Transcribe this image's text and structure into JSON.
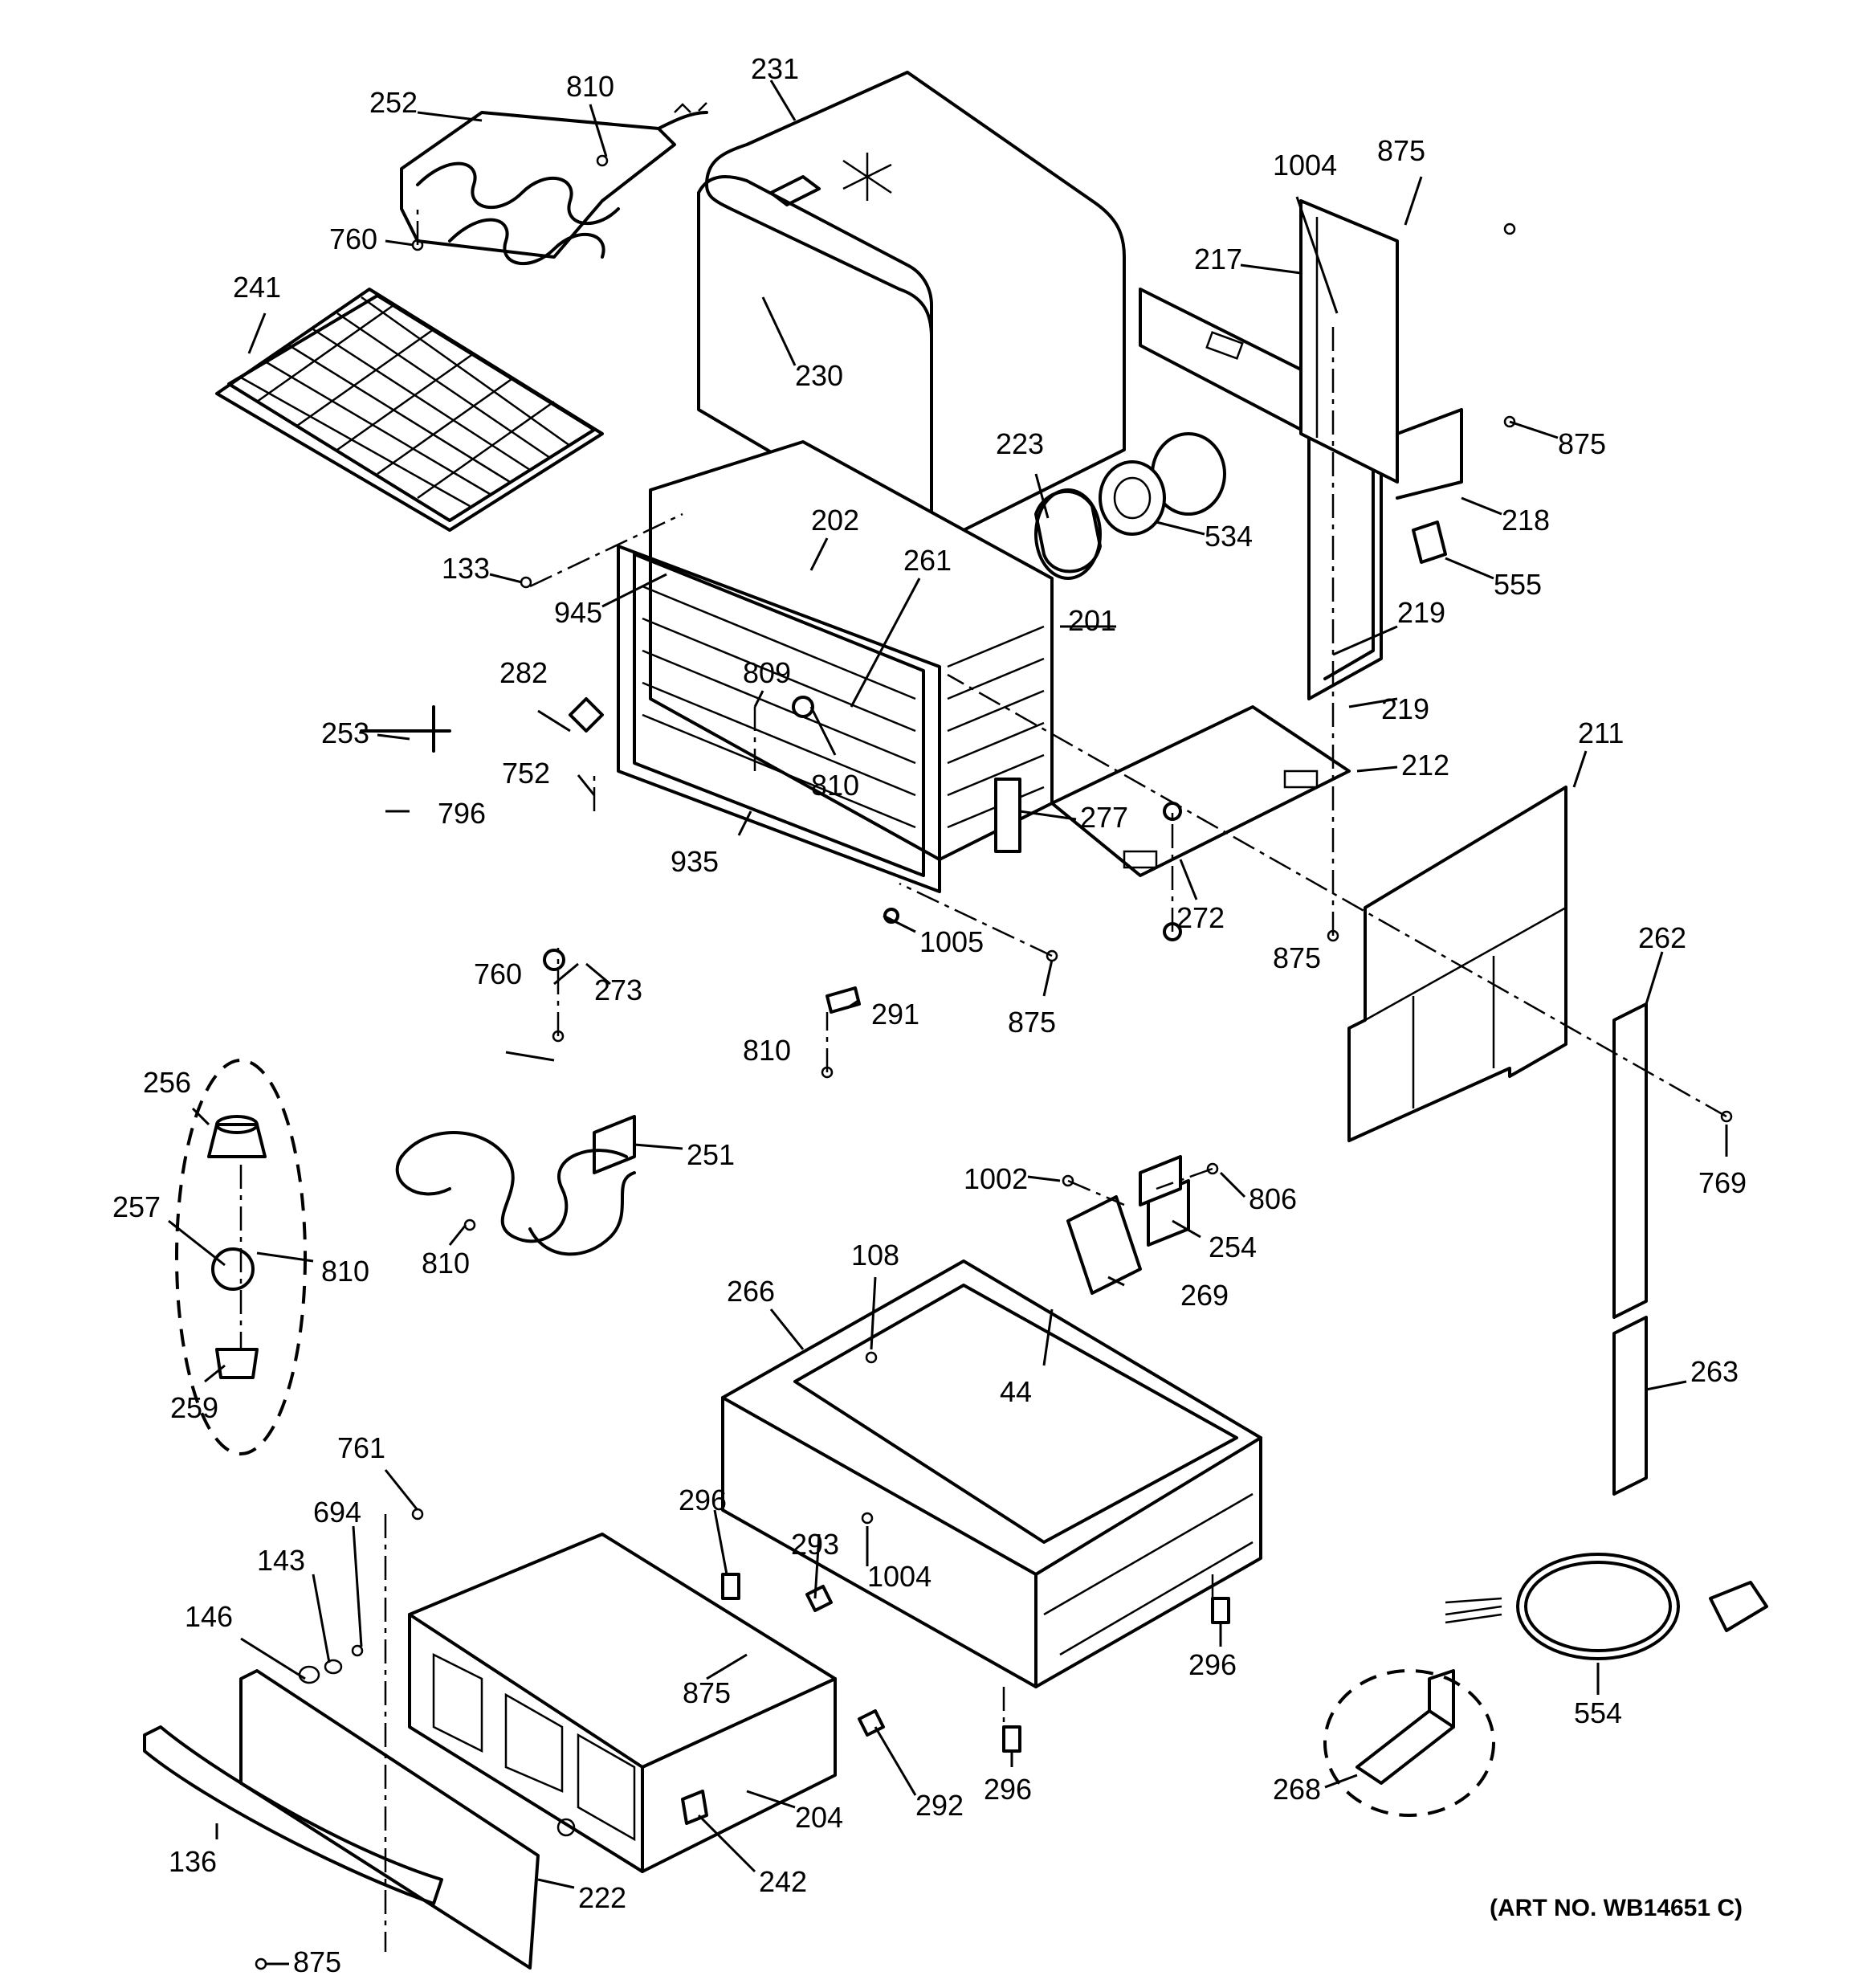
{
  "diagram": {
    "art_number": "(ART NO. WB14651 C)",
    "callouts": [
      {
        "id": "252",
        "label": "252"
      },
      {
        "id": "810a",
        "label": "810"
      },
      {
        "id": "231",
        "label": "231"
      },
      {
        "id": "760a",
        "label": "760"
      },
      {
        "id": "241",
        "label": "241"
      },
      {
        "id": "230",
        "label": "230"
      },
      {
        "id": "1004a",
        "label": "1004"
      },
      {
        "id": "875a",
        "label": "875"
      },
      {
        "id": "217",
        "label": "217"
      },
      {
        "id": "875b",
        "label": "875"
      },
      {
        "id": "223",
        "label": "223"
      },
      {
        "id": "534",
        "label": "534"
      },
      {
        "id": "218",
        "label": "218"
      },
      {
        "id": "555",
        "label": "555"
      },
      {
        "id": "202",
        "label": "202"
      },
      {
        "id": "133",
        "label": "133"
      },
      {
        "id": "261",
        "label": "261"
      },
      {
        "id": "945",
        "label": "945"
      },
      {
        "id": "201",
        "label": "201"
      },
      {
        "id": "219a",
        "label": "219"
      },
      {
        "id": "219b",
        "label": "219"
      },
      {
        "id": "282",
        "label": "282"
      },
      {
        "id": "809",
        "label": "809"
      },
      {
        "id": "253",
        "label": "253"
      },
      {
        "id": "752",
        "label": "752"
      },
      {
        "id": "810b",
        "label": "810"
      },
      {
        "id": "796",
        "label": "796"
      },
      {
        "id": "277",
        "label": "277"
      },
      {
        "id": "212",
        "label": "212"
      },
      {
        "id": "211",
        "label": "211"
      },
      {
        "id": "935",
        "label": "935"
      },
      {
        "id": "272",
        "label": "272"
      },
      {
        "id": "1005",
        "label": "1005"
      },
      {
        "id": "760b",
        "label": "760"
      },
      {
        "id": "273",
        "label": "273"
      },
      {
        "id": "875c",
        "label": "875"
      },
      {
        "id": "875d",
        "label": "875"
      },
      {
        "id": "262",
        "label": "262"
      },
      {
        "id": "291",
        "label": "291"
      },
      {
        "id": "810c",
        "label": "810"
      },
      {
        "id": "256",
        "label": "256"
      },
      {
        "id": "251",
        "label": "251"
      },
      {
        "id": "769",
        "label": "769"
      },
      {
        "id": "1002",
        "label": "1002"
      },
      {
        "id": "806",
        "label": "806"
      },
      {
        "id": "257",
        "label": "257"
      },
      {
        "id": "810d",
        "label": "810"
      },
      {
        "id": "810e",
        "label": "810"
      },
      {
        "id": "254",
        "label": "254"
      },
      {
        "id": "108",
        "label": "108"
      },
      {
        "id": "266",
        "label": "266"
      },
      {
        "id": "269",
        "label": "269"
      },
      {
        "id": "44",
        "label": "44"
      },
      {
        "id": "263",
        "label": "263"
      },
      {
        "id": "259",
        "label": "259"
      },
      {
        "id": "761",
        "label": "761"
      },
      {
        "id": "694",
        "label": "694"
      },
      {
        "id": "296a",
        "label": "296"
      },
      {
        "id": "293",
        "label": "293"
      },
      {
        "id": "1004b",
        "label": "1004"
      },
      {
        "id": "143",
        "label": "143"
      },
      {
        "id": "146",
        "label": "146"
      },
      {
        "id": "296b",
        "label": "296"
      },
      {
        "id": "875e",
        "label": "875"
      },
      {
        "id": "554",
        "label": "554"
      },
      {
        "id": "292",
        "label": "292"
      },
      {
        "id": "296c",
        "label": "296"
      },
      {
        "id": "268",
        "label": "268"
      },
      {
        "id": "204",
        "label": "204"
      },
      {
        "id": "136",
        "label": "136"
      },
      {
        "id": "242",
        "label": "242"
      },
      {
        "id": "222",
        "label": "222"
      },
      {
        "id": "875f",
        "label": "875"
      }
    ]
  }
}
